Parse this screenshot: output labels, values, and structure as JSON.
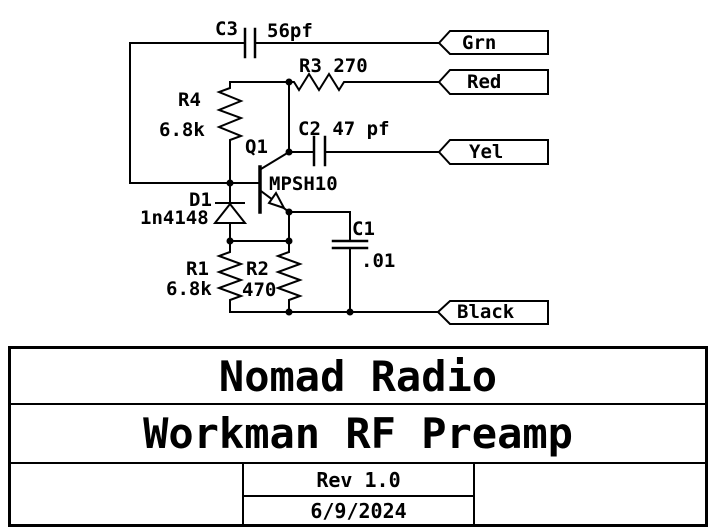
{
  "colors": {
    "ink": "#000000",
    "background": "#ffffff"
  },
  "schematic": {
    "labels": {
      "c3_ref": "C3",
      "c3_value": "56pf",
      "r3": "R3 270",
      "r4_ref": "R4",
      "r4_value": "6.8k",
      "q1_ref": "Q1",
      "q1_part": "MPSH10",
      "c2": "C2 47 pf",
      "d1_ref": "D1",
      "d1_part": "1n4148",
      "c1_ref": "C1",
      "c1_value": ".01",
      "r1_ref": "R1",
      "r1_value": "6.8k",
      "r2_ref": "R2",
      "r2_value": "470"
    },
    "flags": {
      "grn": "Grn",
      "red": "Red",
      "yel": "Yel",
      "black": "Black"
    }
  },
  "title_block": {
    "company": "Nomad Radio",
    "title": "Workman RF Preamp",
    "revision": "Rev 1.0",
    "date": "6/9/2024"
  }
}
